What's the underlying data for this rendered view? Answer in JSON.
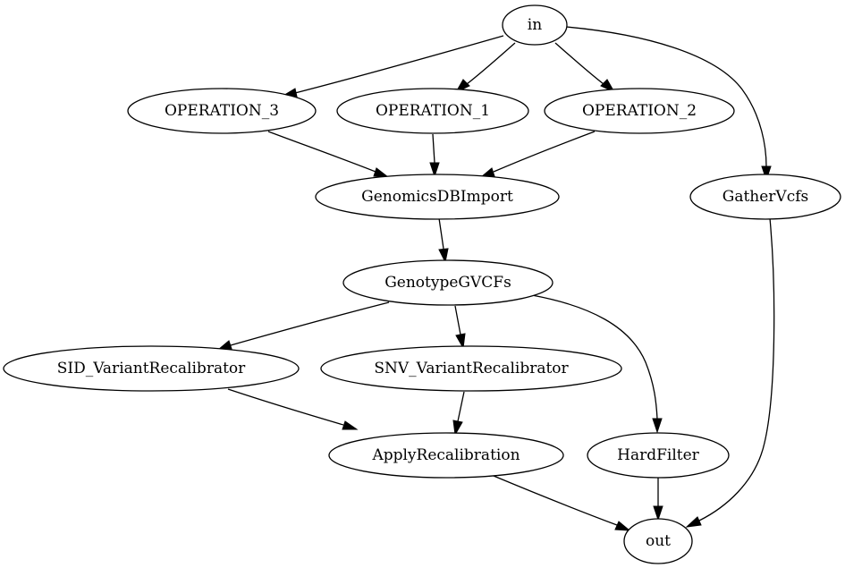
{
  "diagram": {
    "nodes": [
      {
        "id": "in",
        "label": "in"
      },
      {
        "id": "op3",
        "label": "OPERATION_3"
      },
      {
        "id": "op1",
        "label": "OPERATION_1"
      },
      {
        "id": "op2",
        "label": "OPERATION_2"
      },
      {
        "id": "gdb",
        "label": "GenomicsDBImport"
      },
      {
        "id": "gather",
        "label": "GatherVcfs"
      },
      {
        "id": "gvcf",
        "label": "GenotypeGVCFs"
      },
      {
        "id": "sid",
        "label": "SID_VariantRecalibrator"
      },
      {
        "id": "snv",
        "label": "SNV_VariantRecalibrator"
      },
      {
        "id": "apply",
        "label": "ApplyRecalibration"
      },
      {
        "id": "hard",
        "label": "HardFilter"
      },
      {
        "id": "out",
        "label": "out"
      }
    ],
    "edges": [
      {
        "from": "in",
        "to": "op3"
      },
      {
        "from": "in",
        "to": "op1"
      },
      {
        "from": "in",
        "to": "op2"
      },
      {
        "from": "in",
        "to": "gather"
      },
      {
        "from": "op3",
        "to": "gdb"
      },
      {
        "from": "op1",
        "to": "gdb"
      },
      {
        "from": "op2",
        "to": "gdb"
      },
      {
        "from": "gdb",
        "to": "gvcf"
      },
      {
        "from": "gvcf",
        "to": "sid"
      },
      {
        "from": "gvcf",
        "to": "snv"
      },
      {
        "from": "gvcf",
        "to": "hard"
      },
      {
        "from": "sid",
        "to": "apply"
      },
      {
        "from": "snv",
        "to": "apply"
      },
      {
        "from": "apply",
        "to": "out"
      },
      {
        "from": "hard",
        "to": "out"
      },
      {
        "from": "gather",
        "to": "out"
      }
    ]
  }
}
